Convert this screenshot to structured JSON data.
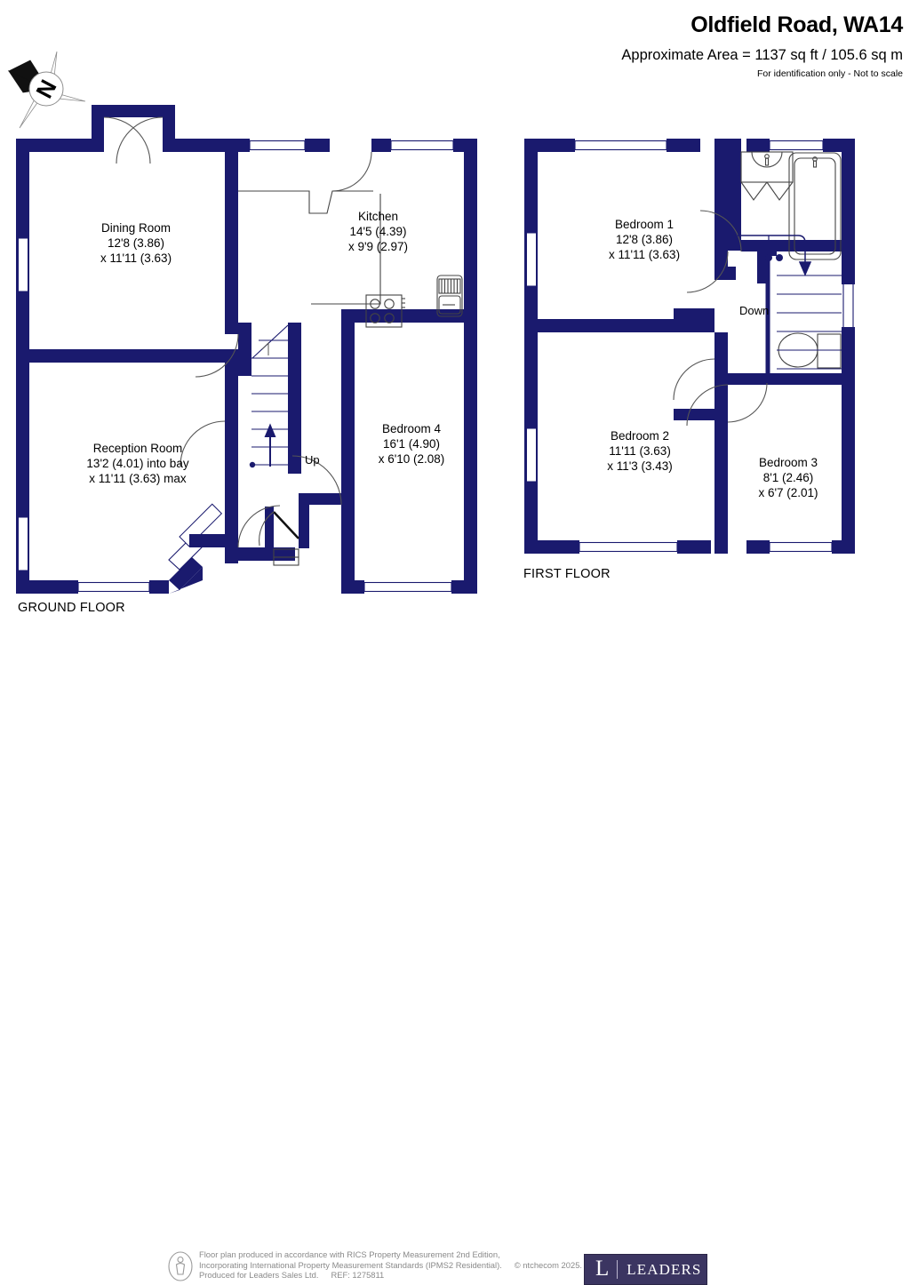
{
  "header": {
    "title": "Oldfield Road, WA14",
    "area": "Approximate Area = 1137 sq ft / 105.6 sq m",
    "disclaimer": "For identification only - Not to scale"
  },
  "compass": {
    "north_letter": "N"
  },
  "floors": [
    {
      "id": "ground",
      "caption": "GROUND FLOOR",
      "rooms": [
        {
          "name": "Dining Room",
          "dim_imperial": "12'8 (3.86)",
          "dim_metric": "x 11'11 (3.63)"
        },
        {
          "name": "Kitchen",
          "dim_imperial": "14'5 (4.39)",
          "dim_metric": "x 9'9 (2.97)"
        },
        {
          "name": "Reception Room",
          "dim_imperial": "13'2 (4.01) into bay",
          "dim_metric": "x 11'11 (3.63) max"
        },
        {
          "name": "Bedroom 4",
          "dim_imperial": "16'1 (4.90)",
          "dim_metric": "x 6'10 (2.08)"
        }
      ],
      "stair_label": "Up"
    },
    {
      "id": "first",
      "caption": "FIRST FLOOR",
      "rooms": [
        {
          "name": "Bedroom 1",
          "dim_imperial": "12'8 (3.86)",
          "dim_metric": "x 11'11 (3.63)"
        },
        {
          "name": "Bedroom 2",
          "dim_imperial": "11'11 (3.63)",
          "dim_metric": "x 11'3 (3.43)"
        },
        {
          "name": "Bedroom 3",
          "dim_imperial": "8'1 (2.46)",
          "dim_metric": "x 6'7 (2.01)"
        }
      ],
      "stair_label": "Down"
    }
  ],
  "footer": {
    "line1": "Floor plan produced in accordance with RICS Property Measurement 2nd Edition,",
    "line2": "Incorporating International Property Measurement Standards (IPMS2 Residential).",
    "copyright": "© ntchecom 2025.",
    "line3": "Produced for Leaders Sales Ltd.",
    "ref": "REF:  1275811"
  },
  "logo": {
    "mark": "L",
    "word": "LEADERS"
  },
  "colors": {
    "wall": "#1a1a6e",
    "fixture_stroke": "#000000",
    "door_arc": "#555555",
    "footer_text": "#8a8a8a",
    "logo_bg": "#3b3561"
  }
}
